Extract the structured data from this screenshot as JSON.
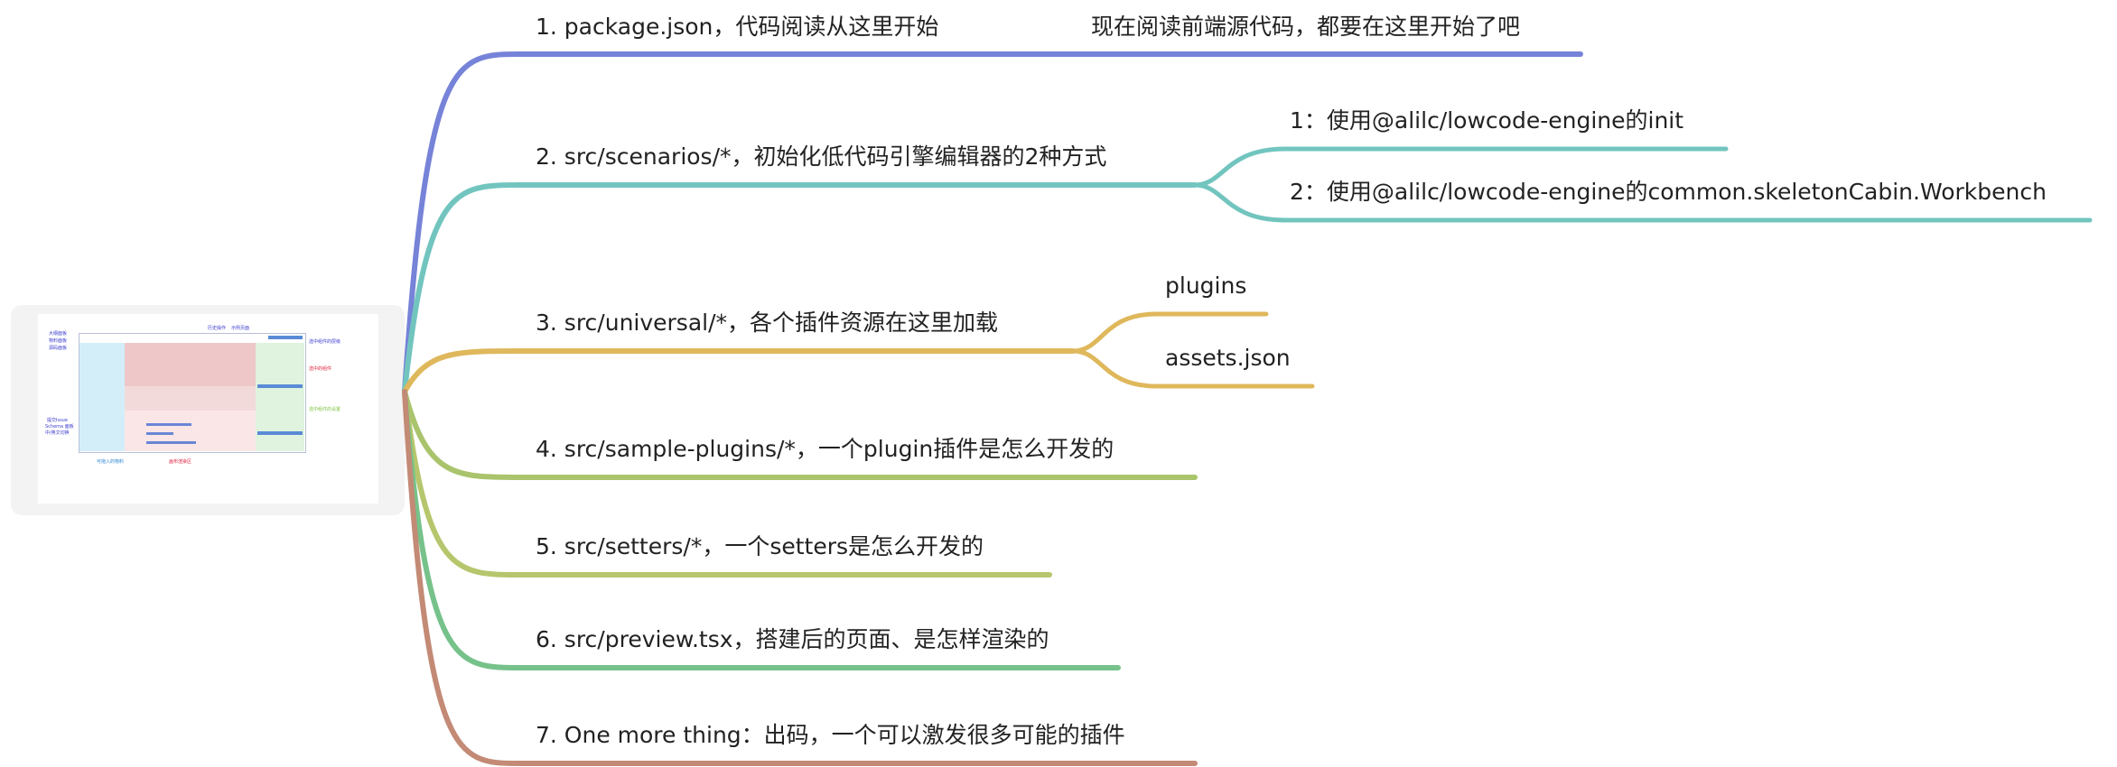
{
  "colors": {
    "branch1": "#7683d8",
    "branch2": "#72c5bf",
    "branch3": "#dfb85c",
    "branch4": "#a9c46c",
    "branch5": "#b6c66d",
    "branch6": "#76c28a",
    "branch7": "#c38a76"
  },
  "root": {
    "image": "lowcode-engine-editor-screenshot",
    "labels": [
      "大纲面板",
      "物料面板",
      "源码面板",
      "提交Issue",
      "Schema 面板",
      "中/英文切换",
      "历史操作",
      "示例页面",
      "选中组件的层级",
      "选中的组件",
      "选中组件的设置",
      "可拖入的物料",
      "画布渲染区"
    ]
  },
  "branches": [
    {
      "label": "1. package.json，代码阅读从这里开始",
      "note": "现在阅读前端源代码，都要在这里开始了吧",
      "children": []
    },
    {
      "label": "2. src/scenarios/*，初始化低代码引擎编辑器的2种方式",
      "children": [
        {
          "label": "1：使用@alilc/lowcode-engine的init"
        },
        {
          "label": "2：使用@alilc/lowcode-engine的common.skeletonCabin.Workbench"
        }
      ]
    },
    {
      "label": "3. src/universal/*，各个插件资源在这里加载",
      "children": [
        {
          "label": "plugins"
        },
        {
          "label": "assets.json"
        }
      ]
    },
    {
      "label": "4. src/sample-plugins/*，一个plugin插件是怎么开发的",
      "children": []
    },
    {
      "label": "5. src/setters/*，一个setters是怎么开发的",
      "children": []
    },
    {
      "label": "6. src/preview.tsx，搭建后的页面、是怎样渲染的",
      "children": []
    },
    {
      "label": "7. One more thing：出码，一个可以激发很多可能的插件",
      "children": []
    }
  ]
}
